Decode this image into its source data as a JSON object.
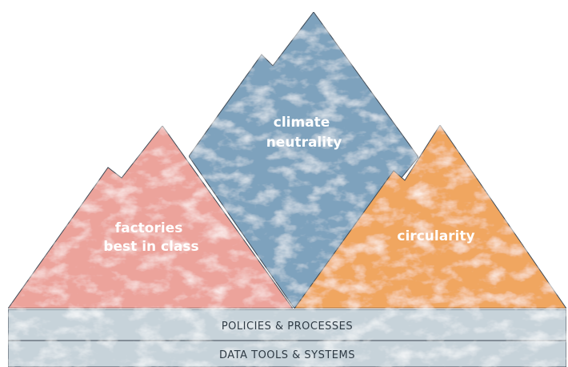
{
  "diagram": {
    "peaks": [
      {
        "id": "climate",
        "lines": [
          "climate",
          "neutrality"
        ],
        "color": "#7ea2bd"
      },
      {
        "id": "factories",
        "lines": [
          "factories",
          "best in class"
        ],
        "color": "#eca39b"
      },
      {
        "id": "circularity",
        "lines": [
          "circularity"
        ],
        "color": "#f0a661"
      }
    ],
    "bands": [
      {
        "id": "policies",
        "label": "POLICIES & PROCESSES",
        "color": "#c7d3da"
      },
      {
        "id": "data",
        "label": "DATA TOOLS & SYSTEMS",
        "color": "#c7d3da"
      }
    ]
  }
}
